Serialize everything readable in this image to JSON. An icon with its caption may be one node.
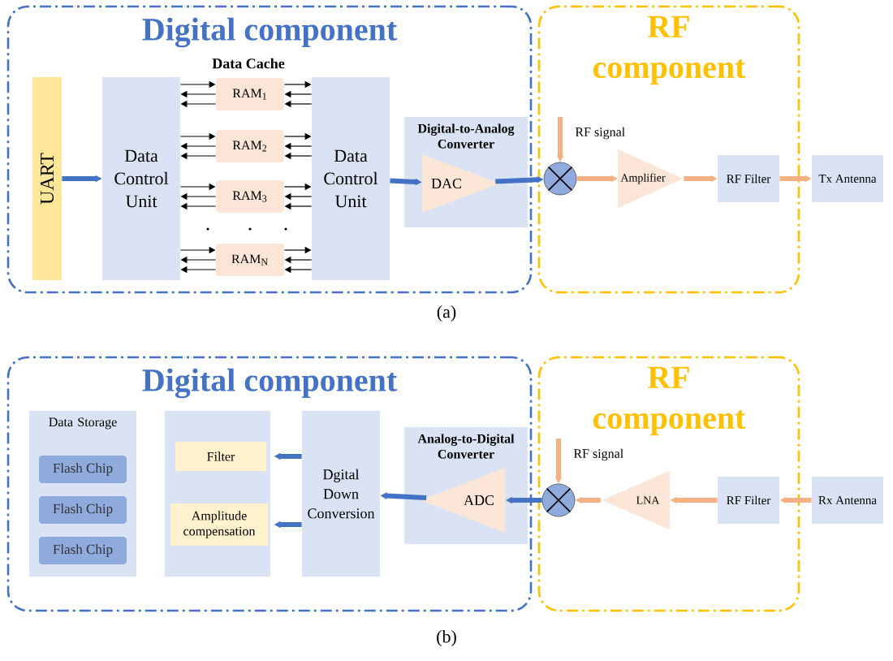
{
  "diagram": {
    "nodes": [
      {
        "text": [
          "Digital component"
        ]
      },
      {
        "text": [
          "RF component"
        ]
      },
      {
        "text": [
          "UART"
        ],
        "in": 0
      },
      {
        "text": [
          "Data Control Unit"
        ],
        "in": 0
      },
      {
        "text": [
          "RAM$_{1}$"
        ],
        "in": 0
      },
      {
        "text": [
          "RAM$_{2}$"
        ],
        "in": 0
      },
      {
        "text": [
          "RAM$_{3}$"
        ],
        "in": 0
      },
      {
        "text": [
          "RAM$_{N}$"
        ],
        "in": 0
      },
      {
        "text": [
          "Data Control Unit"
        ],
        "in": 0
      },
      {
        "text": [
          "Digital-to-Analog Converter"
        ],
        "in": 0
      },
      {
        "text": [
          "DAC"
        ],
        "in": 9
      },
      {
        "text": [],
        "shape": "circle",
        "in": 1
      },
      {
        "text": [
          "Amplifier"
        ],
        "in": 1
      },
      {
        "text": [
          "RF Filter"
        ],
        "in": 1
      },
      {
        "text": [
          "Tx Antenna"
        ]
      },
      {
        "text": [
          "Digital component"
        ]
      },
      {
        "text": [
          "RF component"
        ]
      },
      {
        "text": [
          "Data Storage"
        ],
        "in": 15
      },
      {
        "text": [
          "Flash Chip"
        ],
        "in": 17
      },
      {
        "text": [
          "Flash Chip"
        ],
        "in": 17
      },
      {
        "text": [
          "Flash Chip"
        ],
        "in": 17
      },
      {
        "text": [],
        "shape": "box",
        "in": 15
      },
      {
        "text": [
          "Filter"
        ],
        "in": 21
      },
      {
        "text": [
          "Amplitude compensation"
        ],
        "in": 21
      },
      {
        "text": [
          "Dgital Down Conversion"
        ],
        "in": 15
      },
      {
        "text": [
          "Analog-to-Digital Converter"
        ],
        "in": 15
      },
      {
        "text": [
          "ADC"
        ],
        "in": 25
      },
      {
        "text": [],
        "shape": "circle",
        "in": 16
      },
      {
        "text": [
          "LNA"
        ],
        "in": 16
      },
      {
        "text": [
          "RF Filter"
        ],
        "in": 16
      },
      {
        "text": [
          "Rx Antenna"
        ]
      }
    ],
    "edges": [
      {
        "from": 2,
        "to": 3,
        "arrow": "to",
        "style": "thick",
        "color": "#4472c4"
      },
      {
        "from": 8,
        "to": 10,
        "arrow": "to",
        "style": "thick",
        "color": "#4472c4"
      },
      {
        "from": 10,
        "to": 11,
        "arrow": "to",
        "style": "thick",
        "color": "#4472c4"
      },
      {
        "from": null,
        "to": 11,
        "arrow": "to",
        "label": "RF signal",
        "style": "thick",
        "color": "#f4b183"
      },
      {
        "from": 11,
        "to": 12,
        "arrow": "to",
        "style": "thick",
        "color": "#f4b183"
      },
      {
        "from": 12,
        "to": 13,
        "arrow": "to",
        "style": "thick",
        "color": "#f4b183"
      },
      {
        "from": 13,
        "to": 14,
        "arrow": "to",
        "style": "thick",
        "color": "#f4b183"
      },
      {
        "from": 3,
        "to": 4,
        "arrow": "to"
      },
      {
        "from": 4,
        "to": 3,
        "arrow": "to"
      },
      {
        "from": 4,
        "to": 3,
        "arrow": "to"
      },
      {
        "from": 4,
        "to": 8,
        "arrow": "to"
      },
      {
        "from": 8,
        "to": 4,
        "arrow": "to"
      },
      {
        "from": 8,
        "to": 4,
        "arrow": "to"
      },
      {
        "from": 3,
        "to": 5,
        "arrow": "to"
      },
      {
        "from": 5,
        "to": 3,
        "arrow": "to"
      },
      {
        "from": 5,
        "to": 3,
        "arrow": "to"
      },
      {
        "from": 5,
        "to": 8,
        "arrow": "to"
      },
      {
        "from": 8,
        "to": 5,
        "arrow": "to"
      },
      {
        "from": 8,
        "to": 5,
        "arrow": "to"
      },
      {
        "from": 3,
        "to": 6,
        "arrow": "to"
      },
      {
        "from": 6,
        "to": 3,
        "arrow": "to"
      },
      {
        "from": 6,
        "to": 3,
        "arrow": "to"
      },
      {
        "from": 6,
        "to": 8,
        "arrow": "to"
      },
      {
        "from": 8,
        "to": 6,
        "arrow": "to"
      },
      {
        "from": 8,
        "to": 6,
        "arrow": "to"
      },
      {
        "from": 3,
        "to": 7,
        "arrow": "to"
      },
      {
        "from": 7,
        "to": 3,
        "arrow": "to"
      },
      {
        "from": 7,
        "to": 3,
        "arrow": "to"
      },
      {
        "from": 7,
        "to": 8,
        "arrow": "to"
      },
      {
        "from": 8,
        "to": 7,
        "arrow": "to"
      },
      {
        "from": 8,
        "to": 7,
        "arrow": "to"
      },
      {
        "from": 30,
        "to": 29,
        "arrow": "to",
        "style": "thick",
        "color": "#f4b183"
      },
      {
        "from": 29,
        "to": 28,
        "arrow": "to",
        "style": "thick",
        "color": "#f4b183"
      },
      {
        "from": 28,
        "to": 27,
        "arrow": "to",
        "style": "thick",
        "color": "#f4b183"
      },
      {
        "from": null,
        "to": 27,
        "arrow": "to",
        "label": "RF signal",
        "style": "thick",
        "color": "#f4b183"
      },
      {
        "from": 27,
        "to": 26,
        "arrow": "to",
        "style": "thick",
        "color": "#4472c4"
      },
      {
        "from": 26,
        "to": 24,
        "arrow": "to",
        "style": "thick",
        "color": "#4472c4"
      },
      {
        "from": 24,
        "to": 21,
        "arrow": "to",
        "style": "thick",
        "color": "#4472c4"
      },
      {
        "from": 24,
        "to": 21,
        "arrow": "to",
        "style": "thick",
        "color": "#4472c4"
      }
    ],
    "labels": [
      "Data Cache",
      "(a)",
      "(b)"
    ]
  }
}
